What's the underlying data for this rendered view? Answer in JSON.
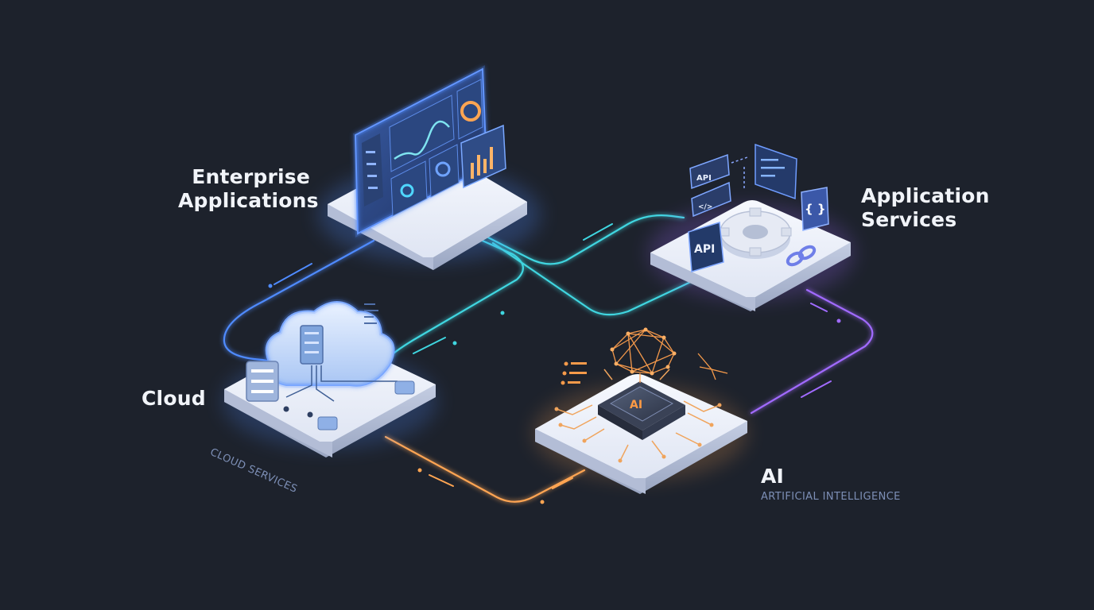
{
  "labels": {
    "enterprise": [
      "Enterprise",
      "Applications"
    ],
    "app_services": [
      "Application",
      "Services"
    ],
    "cloud": "Cloud",
    "cloud_sub": "CLOUD SERVICES",
    "ai": "AI",
    "ai_sub": "ARTIFICIAL INTELLIGENCE"
  },
  "glyphs": {
    "api_small": "API",
    "code_tag": "</>",
    "api_large": "API",
    "braces": "{ }",
    "ai_chip": "AI"
  },
  "colors": {
    "background": "#1d222c",
    "blue": "#4f8bff",
    "cyan": "#3fd6e0",
    "purple": "#a16bff",
    "orange": "#ffa552"
  },
  "icons": [
    "dashboard-icon",
    "gear-icon",
    "cloud-icon",
    "server-icon",
    "ai-chip-icon",
    "brain-network-icon",
    "chain-link-icon"
  ]
}
